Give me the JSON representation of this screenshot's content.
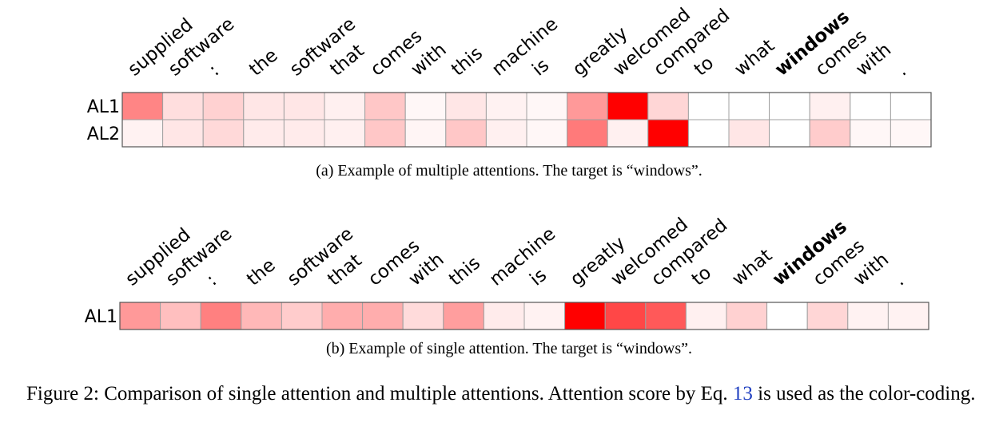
{
  "panels": [
    {
      "id": "a",
      "tokens": [
        "supplied",
        "software",
        ":",
        "the",
        "software",
        "that",
        "comes",
        "with",
        "this",
        "machine",
        "is",
        "greatly",
        "welcomed",
        "compared",
        "to",
        "what",
        "windows",
        "comes",
        "with",
        "."
      ],
      "bold_token_index": 16,
      "rows": [
        {
          "label": "AL1",
          "scores": [
            0.48,
            0.13,
            0.18,
            0.1,
            0.1,
            0.06,
            0.22,
            0.03,
            0.1,
            0.05,
            0.03,
            0.4,
            1.0,
            0.16,
            0.0,
            0.0,
            0.0,
            0.06,
            0.0,
            0.0
          ]
        },
        {
          "label": "AL2",
          "scores": [
            0.05,
            0.1,
            0.15,
            0.08,
            0.08,
            0.06,
            0.22,
            0.04,
            0.22,
            0.06,
            0.03,
            0.52,
            0.06,
            1.0,
            0.0,
            0.1,
            0.0,
            0.2,
            0.03,
            0.03
          ]
        }
      ],
      "subcaption": "(a) Example of multiple attentions. The target is “windows”."
    },
    {
      "id": "b",
      "tokens": [
        "supplied",
        "software",
        ":",
        "the",
        "software",
        "that",
        "comes",
        "with",
        "this",
        "machine",
        "is",
        "greatly",
        "welcomed",
        "compared",
        "to",
        "what",
        "windows",
        "comes",
        "with",
        "."
      ],
      "bold_token_index": 16,
      "rows": [
        {
          "label": "AL1",
          "scores": [
            0.4,
            0.25,
            0.5,
            0.28,
            0.2,
            0.32,
            0.32,
            0.14,
            0.38,
            0.08,
            0.05,
            1.0,
            0.72,
            0.65,
            0.06,
            0.18,
            0.0,
            0.16,
            0.05,
            0.05
          ]
        }
      ],
      "subcaption": "(b) Example of single attention. The target is “windows”."
    }
  ],
  "caption": {
    "prefix": "Figure 2: Comparison of single attention and multiple attentions.  Attention score by Eq. ",
    "ref": "13",
    "suffix": " is used as the color-coding."
  },
  "colors": {
    "high": "#ff0000",
    "low": "#ffffff",
    "grid": "#a0a0a0",
    "ref": "#1f3fc0"
  }
}
